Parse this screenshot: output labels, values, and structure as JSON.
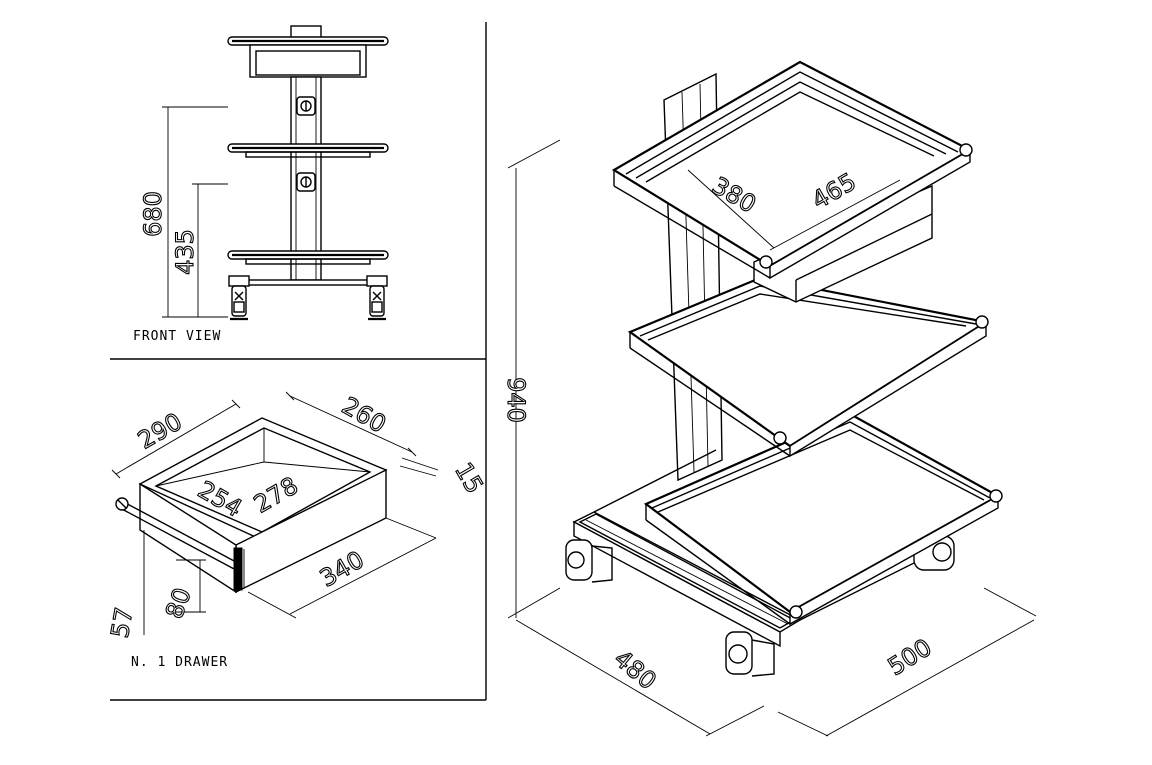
{
  "front_view": {
    "caption": "FRONT VIEW",
    "dimensions": {
      "overall_height": "680",
      "lower_height": "435"
    }
  },
  "drawer_view": {
    "caption": "N. 1 DRAWER",
    "dimensions": {
      "outer_width": "290",
      "outer_depth": "260",
      "front_thickness": "15",
      "inner_width": "254",
      "inner_depth": "278",
      "front_length": "340",
      "height": "80",
      "inner_height": "57"
    }
  },
  "iso_view": {
    "dimensions": {
      "tray_depth": "380",
      "tray_width": "465",
      "total_height": "940",
      "base_depth": "480",
      "base_width": "500"
    }
  }
}
